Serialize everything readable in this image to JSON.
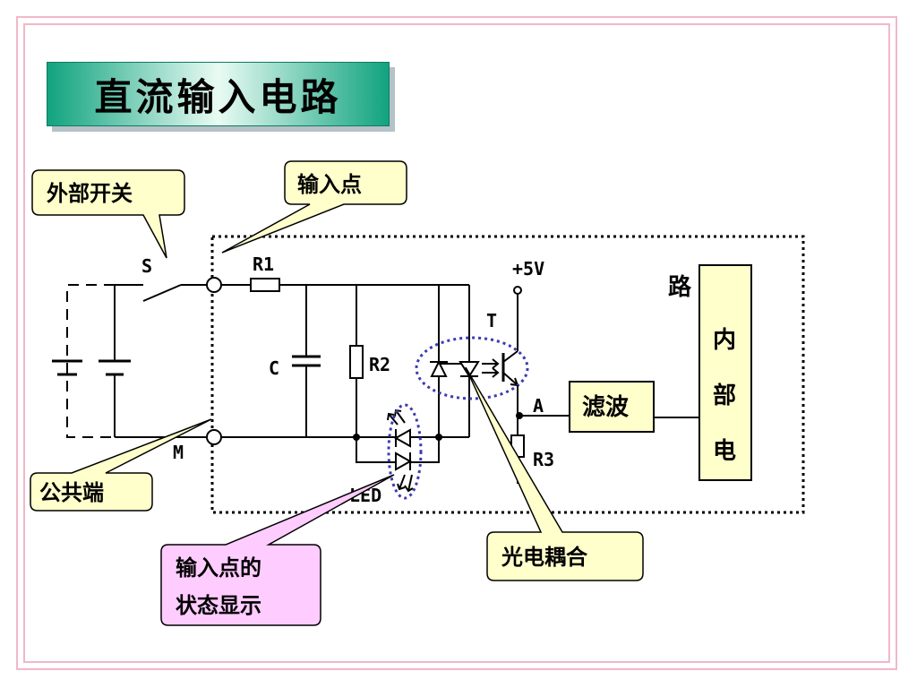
{
  "title": "直流输入电路",
  "callouts": {
    "external_switch": "外部开关",
    "input_point": "输入点",
    "common_terminal": "公共端",
    "status_line1": "输入点的",
    "status_line2": "状态显示",
    "optocoupler": "光电耦合"
  },
  "labels": {
    "switch": "S",
    "common": "M",
    "resistor1": "R1",
    "capacitor": "C",
    "resistor2": "R2",
    "resistor3": "R3",
    "led": "LED",
    "supply": "+5V",
    "transistor": "T",
    "node_a": "A"
  },
  "blocks": {
    "filter": "滤波",
    "internal_circuit": [
      "内",
      "部",
      "电",
      "路"
    ]
  },
  "colors": {
    "frame": "#f2b7c8",
    "title_green": "#11a37f",
    "callout_yellow": "#ffffcc",
    "callout_pink": "#ffccff",
    "dotted_ellipse": "#3b3bb0"
  }
}
